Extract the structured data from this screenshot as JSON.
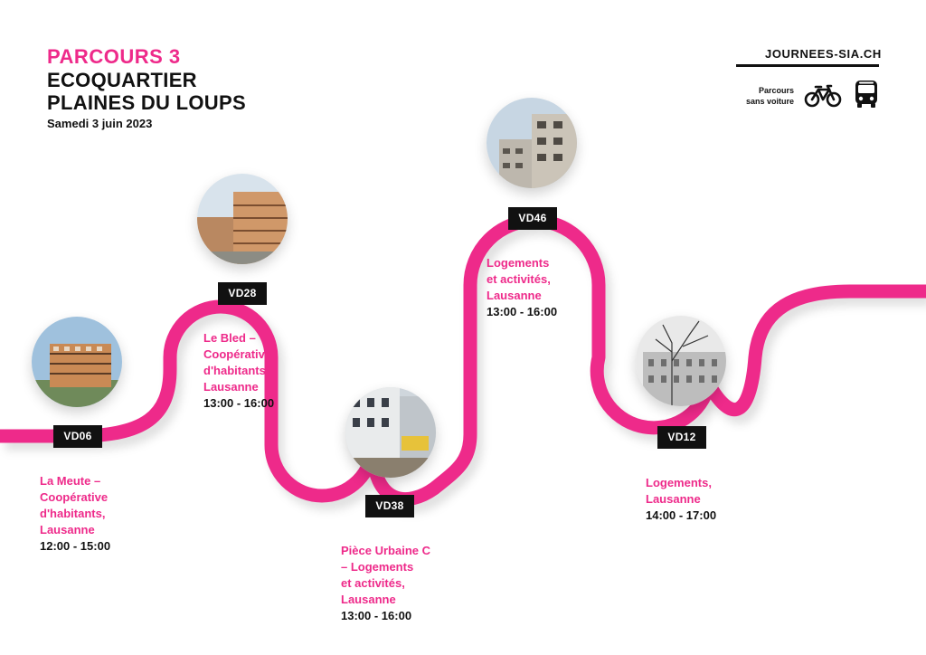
{
  "header": {
    "kicker": "PARCOURS 3",
    "title_line1": "ECOQUARTIER",
    "title_line2": "PLAINES DU LOUPS",
    "date": "Samedi 3 juin 2023"
  },
  "site": {
    "url": "JOURNEES-SIA.CH",
    "no_car_line1": "Parcours",
    "no_car_line2": "sans voiture"
  },
  "colors": {
    "accent": "#ee2a8a",
    "text": "#111111",
    "background": "#ffffff"
  },
  "icons": [
    "bicycle-icon",
    "bus-icon"
  ],
  "stops": [
    {
      "code": "VD06",
      "name_lines": [
        "La Meute –",
        "Coopérative",
        "d'habitants,",
        "Lausanne"
      ],
      "time": "12:00 - 15:00"
    },
    {
      "code": "VD28",
      "name_lines": [
        "Le Bled –",
        "Coopérative",
        "d'habitants,",
        "Lausanne"
      ],
      "time": "13:00 - 16:00"
    },
    {
      "code": "VD38",
      "name_lines": [
        "Pièce Urbaine C",
        "– Logements",
        "et activités,",
        "Lausanne"
      ],
      "time": "13:00 - 16:00"
    },
    {
      "code": "VD46",
      "name_lines": [
        "Logements",
        "et activités,",
        "Lausanne"
      ],
      "time": "13:00 - 16:00"
    },
    {
      "code": "VD12",
      "name_lines": [
        "Logements,",
        "Lausanne"
      ],
      "time": "14:00 - 17:00"
    }
  ]
}
